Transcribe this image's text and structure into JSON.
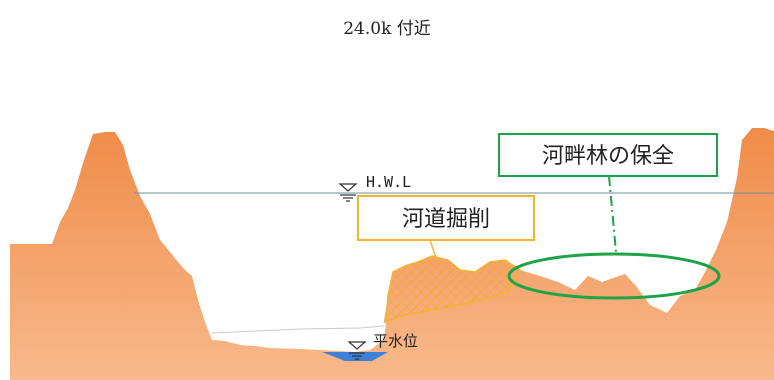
{
  "title": "24.0k 付近",
  "labels": {
    "hwl": "H.W.L",
    "low_water": "平水位",
    "excavation": "河道掘削",
    "forest": "河畔林の保全"
  },
  "colors": {
    "ground_top": "#ef8c49",
    "ground_bottom": "#f8b98c",
    "excavation_border": "#f0b433",
    "hatch": "#f5a623",
    "forest_green": "#1fa348",
    "water_blue": "#3f7fd6",
    "hwl_line": "#6b9098"
  }
}
